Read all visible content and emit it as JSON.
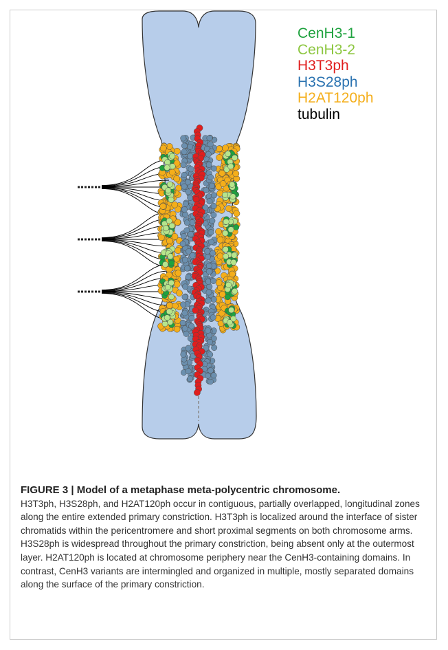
{
  "legend": [
    {
      "label": "CenH3-1",
      "color": "#1fa23f"
    },
    {
      "label": "CenH3-2",
      "color": "#8cc63f"
    },
    {
      "label": "H3T3ph",
      "color": "#e01e1e"
    },
    {
      "label": "H3S28ph",
      "color": "#2a72b0"
    },
    {
      "label": "H2AT120ph",
      "color": "#f4ae1a"
    },
    {
      "label": "tubulin",
      "color": "#000000"
    }
  ],
  "colors": {
    "chromosome_fill": "#b7cdea",
    "chromosome_stroke": "#333333",
    "cenh3_1": "#1fa23f",
    "cenh3_2": "#b6e58c",
    "h3t3ph": "#e01e1e",
    "h3s28ph": "#6b8fae",
    "h2at120ph": "#f4ae1a",
    "tubulin": "#000000",
    "centromere_line": "#888888"
  },
  "caption": {
    "title": "FIGURE 3 | Model of a metaphase meta-polycentric chromosome.",
    "body": "H3T3ph, H3S28ph, and H2AT120ph occur in contiguous, partially overlapped, longitudinal zones along the entire extended primary constriction. H3T3ph is localized around the interface of sister chromatids within the pericentromere and short proximal segments on both chromosome arms. H3S28ph is widespread throughout the primary constriction, being absent only at the outermost layer. H2AT120ph is located at chromosome periphery near the CenH3-containing domains. In contrast, CenH3 variants are intermingled and organized in multiple, mostly separated domains along the surface of the primary constriction."
  }
}
